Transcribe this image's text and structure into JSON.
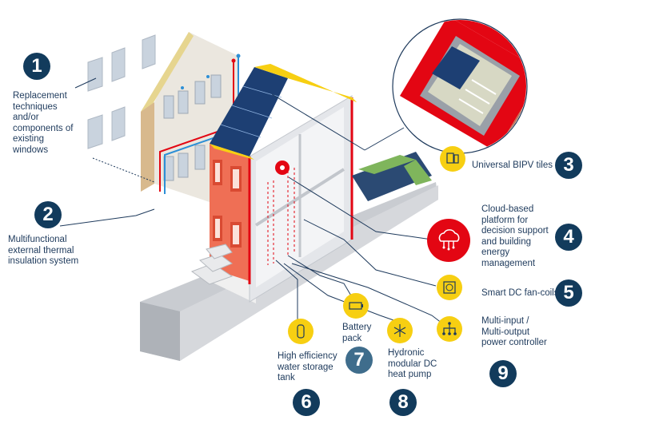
{
  "callouts": [
    {
      "number": "1",
      "label": "Replacement\ntechniques\nand/or\ncomponents of\nexisting\nwindows"
    },
    {
      "number": "2",
      "label": "Multifunctional\nexternal thermal\ninsulation system"
    },
    {
      "number": "3",
      "label": "Universal BIPV tiles",
      "icon": "solar-tile-icon"
    },
    {
      "number": "4",
      "label": "Cloud-based\nplatform for\ndecision support\nand building\nenergy\nmanagement",
      "icon": "cloud-network-icon"
    },
    {
      "number": "5",
      "label": "Smart DC fan-coils",
      "icon": "fan-coil-icon"
    },
    {
      "number": "6",
      "label": "High efficiency\nwater storage\ntank",
      "icon": "water-tank-icon"
    },
    {
      "number": "7",
      "label": "Battery\npack",
      "icon": "battery-icon"
    },
    {
      "number": "8",
      "label": "Hydronic\nmodular DC\nheat pump",
      "icon": "heat-pump-icon"
    },
    {
      "number": "9",
      "label": "Multi-input /\nMulti-output\npower controller",
      "icon": "power-controller-icon"
    }
  ],
  "colors": {
    "navy": "#123b5c",
    "red": "#e30613",
    "yellow": "#f7cf12",
    "line": "#1e3a5c",
    "wall_grey": "#d9dbdf",
    "brick": "#ef6f55",
    "solar_panel": "#1d3f73"
  }
}
